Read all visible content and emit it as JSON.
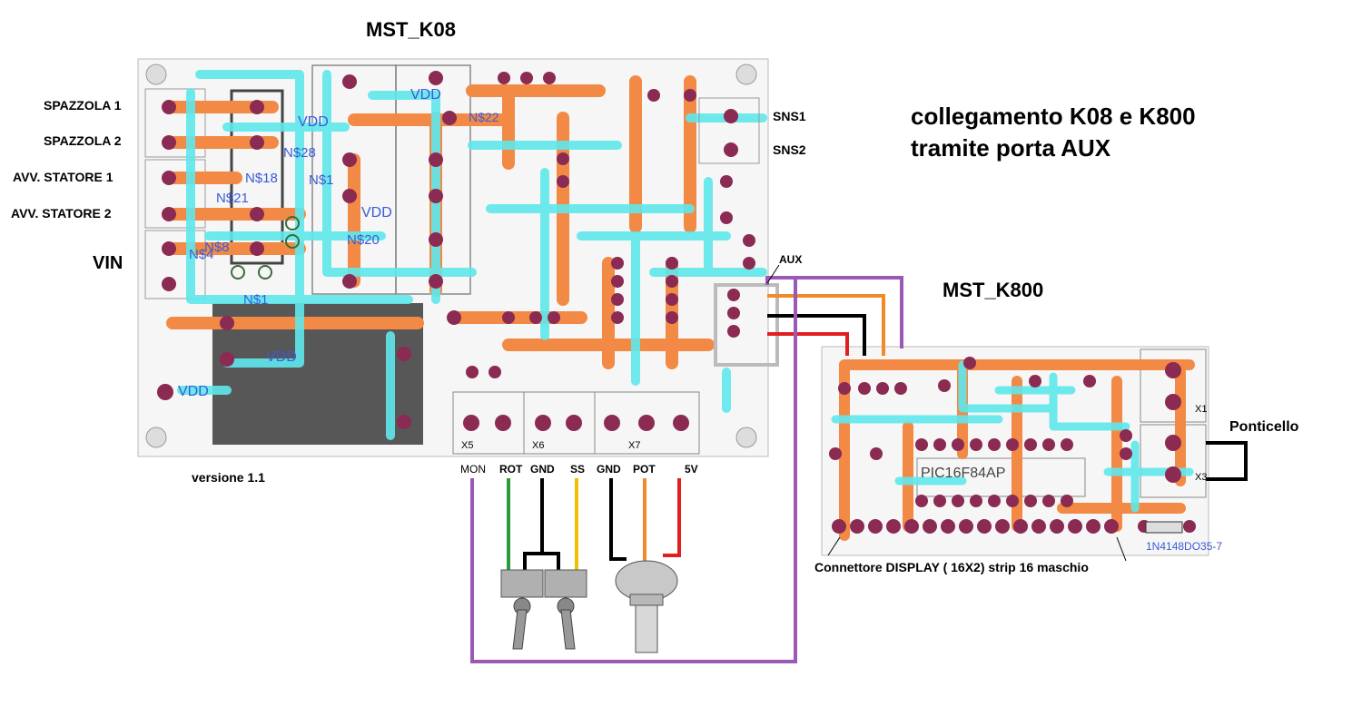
{
  "k08": {
    "title": "MST_K08",
    "version": "versione 1.1",
    "left_labels": [
      "SPAZZOLA 1",
      "SPAZZOLA 2",
      "AVV. STATORE 1",
      "AVV. STATORE 2",
      "VIN"
    ],
    "right_labels": [
      "SNS1",
      "SNS2"
    ],
    "aux_label": "AUX",
    "bottom_labels": [
      "MON",
      "ROT",
      "GND",
      "SS",
      "GND",
      "POT",
      "5V"
    ],
    "connectors": [
      "X5",
      "X6",
      "X7"
    ],
    "net_labels": [
      "VDD",
      "VDD",
      "VDD",
      "VDD",
      "VDD",
      "N$21",
      "N$18",
      "N$28",
      "N$1",
      "N$4",
      "N$8",
      "N$22",
      "N$20",
      "N$1"
    ]
  },
  "k800": {
    "title": "MST_K800",
    "chip": "PIC16F84AP",
    "display_note": "Connettore DISPLAY ( 16X2) strip 16 maschio",
    "diode_note": "1N4148DO35-7",
    "ponticello": "Ponticello",
    "connectors": [
      "X1",
      "X3"
    ]
  },
  "heading": {
    "line1": "collegamento K08 e K800",
    "line2": "tramite porta AUX"
  },
  "colors": {
    "pcb_bg": "#f4f4f4",
    "trace_orange": "#f28a45",
    "trace_cyan": "#5fe8ec",
    "pad": "#8b2a52",
    "wire_purple": "#9b59b6",
    "wire_black": "#000000",
    "wire_orange": "#f28a2a",
    "wire_red": "#e02020",
    "wire_green": "#2a9d3a",
    "wire_yellow": "#f0c000",
    "heatsink": "#555555"
  }
}
